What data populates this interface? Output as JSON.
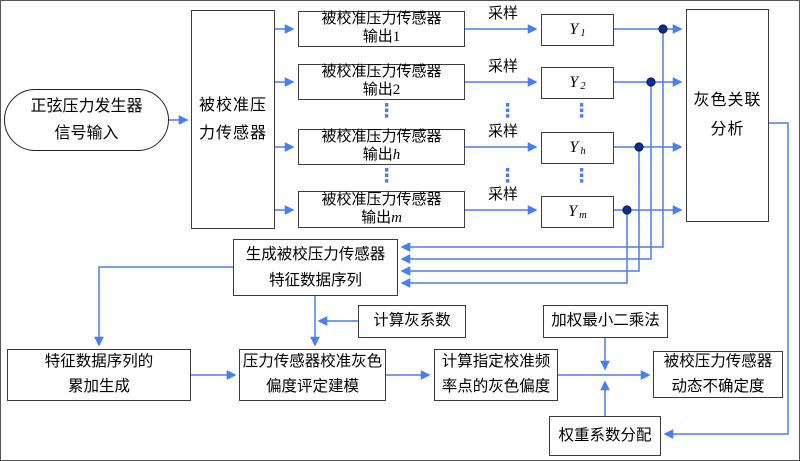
{
  "diagram": {
    "colors": {
      "wire": "#4a7df0",
      "junction_dot_fill": "#0d2f8e",
      "junction_dot_stroke": "#071d5c",
      "box_border": "#3c3c3c",
      "text": "#000000",
      "background": "#ffffff"
    },
    "nodes": {
      "signal_source": {
        "line1": "正弦压力发生器",
        "line2": "信号输入"
      },
      "sensor_under_calibration": {
        "line1": "被校准压",
        "line2": "力传感器"
      },
      "sensor_outputs": [
        {
          "line1": "被校准压力传感器",
          "prefix": "输出",
          "suffix": "1"
        },
        {
          "line1": "被校准压力传感器",
          "prefix": "输出",
          "suffix": "2"
        },
        {
          "line1": "被校准压力传感器",
          "prefix": "输出",
          "suffix": "h"
        },
        {
          "line1": "被校准压力传感器",
          "prefix": "输出",
          "suffix": "m"
        }
      ],
      "sampling_labels": [
        "采样",
        "采样",
        "采样",
        "采样"
      ],
      "sample_series": [
        {
          "main": "Y",
          "sub": "1"
        },
        {
          "main": "Y",
          "sub": "2"
        },
        {
          "main": "Y",
          "sub": "h"
        },
        {
          "main": "Y",
          "sub": "m"
        }
      ],
      "grey_relational_analysis": {
        "line1": "灰色关联",
        "line2": "分析"
      },
      "feature_sequence": {
        "line1": "生成被校压力传感器",
        "line2": "特征数据序列"
      },
      "grey_coefficient": {
        "label": "计算灰系数"
      },
      "weighted_least_squares": {
        "label": "加权最小二乘法"
      },
      "accumulated_generation": {
        "line1": "特征数据序列的",
        "line2": "累加生成"
      },
      "skewness_modeling": {
        "line1": "压力传感器校准灰色",
        "line2": "偏度评定建模"
      },
      "skewness_at_frequencies": {
        "line1": "计算指定校准频",
        "line2": "率点的灰色偏度"
      },
      "dynamic_uncertainty": {
        "line1": "被校压力传感器",
        "line2": "动态不确定度"
      },
      "weight_allocation": {
        "label": "权重系数分配"
      },
      "ellipsis_glyph": "⋮"
    }
  }
}
